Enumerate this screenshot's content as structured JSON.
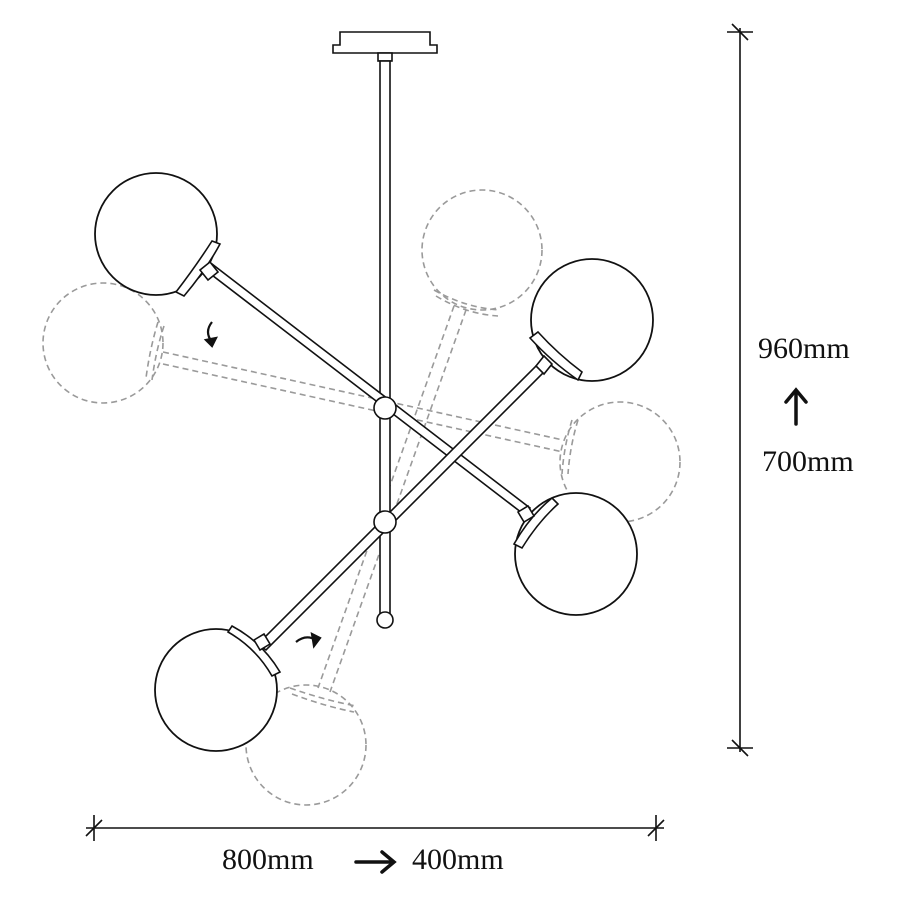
{
  "dimensions": {
    "height_max": "960mm",
    "height_min": "700mm",
    "width_max": "800mm",
    "width_min": "400mm"
  },
  "icons": {
    "vertical_arrow": "up-arrow-icon",
    "horizontal_arrow": "right-arrow-icon",
    "rotation_arrows": "rotate-arrow-icon"
  },
  "colors": {
    "line": "#111111",
    "dashed": "#9a9a9a",
    "background": "#ffffff"
  }
}
